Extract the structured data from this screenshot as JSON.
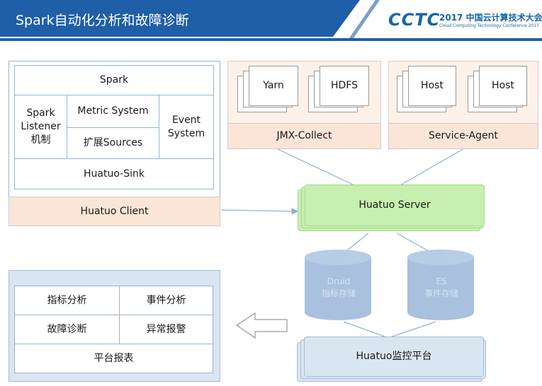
{
  "header": {
    "title": "Spark自动化分析和故障诊断",
    "logo": "CCTC",
    "conference_year": "2017 中国云计算技术大会",
    "conference_subtitle": "Cloud Computing Technology Conference 2017"
  },
  "client": {
    "spark": "Spark",
    "listener": "Spark\nListener\n机制",
    "metric_system": "Metric System",
    "sources": "扩展Sources",
    "event_system": "Event\nSystem",
    "sink": "Huatuo-Sink",
    "client_label": "Huatuo Client"
  },
  "jmx": {
    "yarn": "Yarn",
    "hdfs": "HDFS",
    "label": "JMX-Collect"
  },
  "agent": {
    "host1": "Host",
    "host2": "Host",
    "label": "Service-Agent"
  },
  "server": {
    "label": "Huatuo Server"
  },
  "storage": {
    "druid": "Druid\n指标存储",
    "es": "ES\n事件存储"
  },
  "platform": {
    "label": "Huatuo监控平台"
  },
  "analysis": {
    "metric_analysis": "指标分析",
    "event_analysis": "事件分析",
    "fault_diagnosis": "故障诊断",
    "anomaly_alert": "异常报警",
    "report": "平台报表"
  },
  "colors": {
    "header_blue": "#1f5fa8",
    "peach": "#fbe5d6",
    "green": "#c6efb0",
    "light_blue": "#dae5f2",
    "cylinder": "#a9c0de"
  }
}
